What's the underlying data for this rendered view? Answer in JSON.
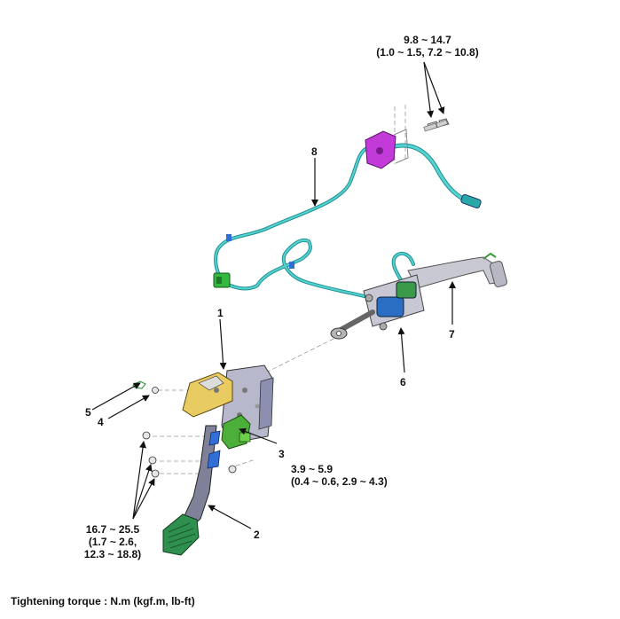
{
  "callouts": {
    "c1": "1",
    "c2": "2",
    "c3": "3",
    "c4": "4",
    "c5": "5",
    "c6": "6",
    "c7": "7",
    "c8": "8"
  },
  "torques": {
    "bolt_top": {
      "line1": "9.8 ~ 14.7",
      "line2": "(1.0 ~ 1.5, 7.2 ~ 10.8)"
    },
    "part3": {
      "line1": "3.9 ~ 5.9",
      "line2": "(0.4 ~ 0.6, 2.9 ~ 4.3)"
    },
    "nuts_left": {
      "line1": "16.7 ~ 25.5",
      "line2": "(1.7 ~ 2.6,",
      "line3": "12.3 ~ 18.8)"
    }
  },
  "footer": {
    "text": "Tightening torque : N.m (kgf.m, lb-ft)"
  },
  "colors": {
    "tube": "#3cc8c8",
    "tube_dark": "#1f8f8f",
    "bracket_magenta": "#c23ad8",
    "clip_green": "#2e9e3a",
    "pedal_green": "#2f8f4e",
    "yellow_plate": "#e8cc62",
    "blue_clip": "#2f6fd6",
    "gray_metal": "#a7a9b8"
  }
}
